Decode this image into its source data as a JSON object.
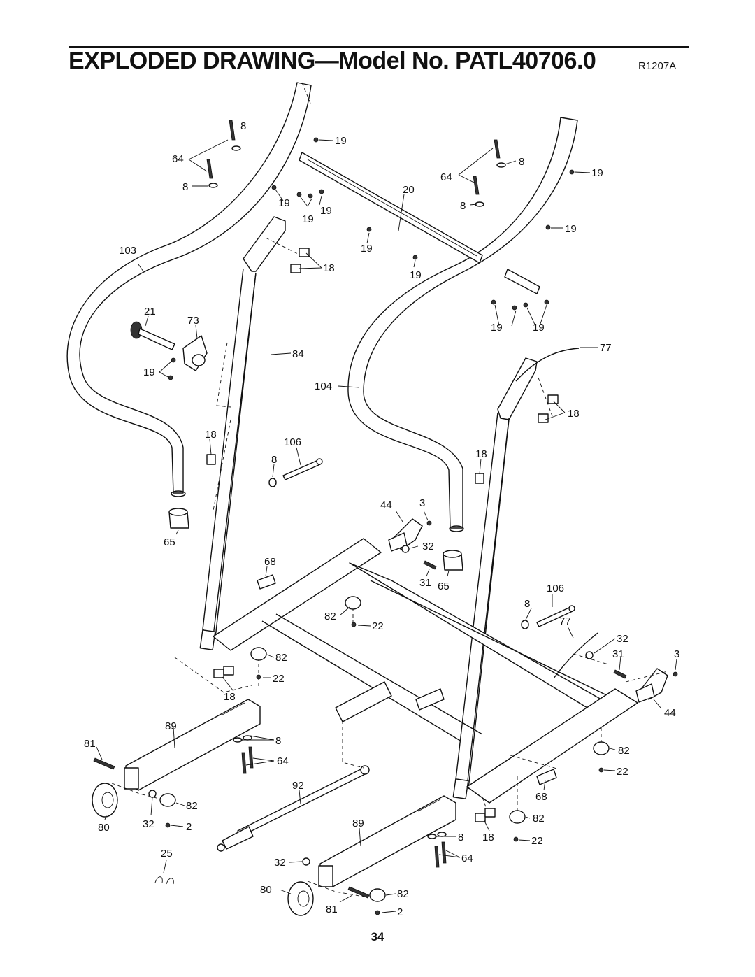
{
  "header": {
    "title": "EXPLODED DRAWING—Model No. PATL40706.0",
    "revision": "R1207A"
  },
  "page_number": "34",
  "callouts": {
    "c8a": "8",
    "c64a": "64",
    "c8b": "8",
    "c19a": "19",
    "c19b": "19",
    "c19c": "19",
    "c19d": "19",
    "c19e": "19",
    "c20": "20",
    "c8c": "8",
    "c64b": "64",
    "c8d": "8",
    "c19f": "19",
    "c19g": "19",
    "c103": "103",
    "c18a": "18",
    "c19h": "19",
    "c21": "21",
    "c73": "73",
    "c19i": "19",
    "c19j": "19",
    "c84": "84",
    "c77a": "77",
    "c104": "104",
    "c18b": "18",
    "c18c": "18",
    "c106a": "106",
    "c8e": "8",
    "c18d": "18",
    "c44a": "44",
    "c3a": "3",
    "c65a": "65",
    "c32a": "32",
    "c68a": "68",
    "c31a": "31",
    "c65b": "65",
    "c106b": "106",
    "c8f": "8",
    "c82a": "82",
    "c22a": "22",
    "c77b": "77",
    "c32b": "32",
    "c31b": "31",
    "c3b": "3",
    "c82b": "82",
    "c22b": "22",
    "c18e": "18",
    "c44b": "44",
    "c89a": "89",
    "c81a": "81",
    "c8g": "8",
    "c64c": "64",
    "c82c": "82",
    "c22c": "22",
    "c92": "92",
    "c68b": "68",
    "c82d": "82",
    "c80a": "80",
    "c32c": "32",
    "c2a": "2",
    "c89b": "89",
    "c8h": "8",
    "c18f": "18",
    "c22d": "22",
    "c25": "25",
    "c64d": "64",
    "c32d": "32",
    "c80b": "80",
    "c82e": "82",
    "c81b": "81",
    "c2b": "2"
  }
}
